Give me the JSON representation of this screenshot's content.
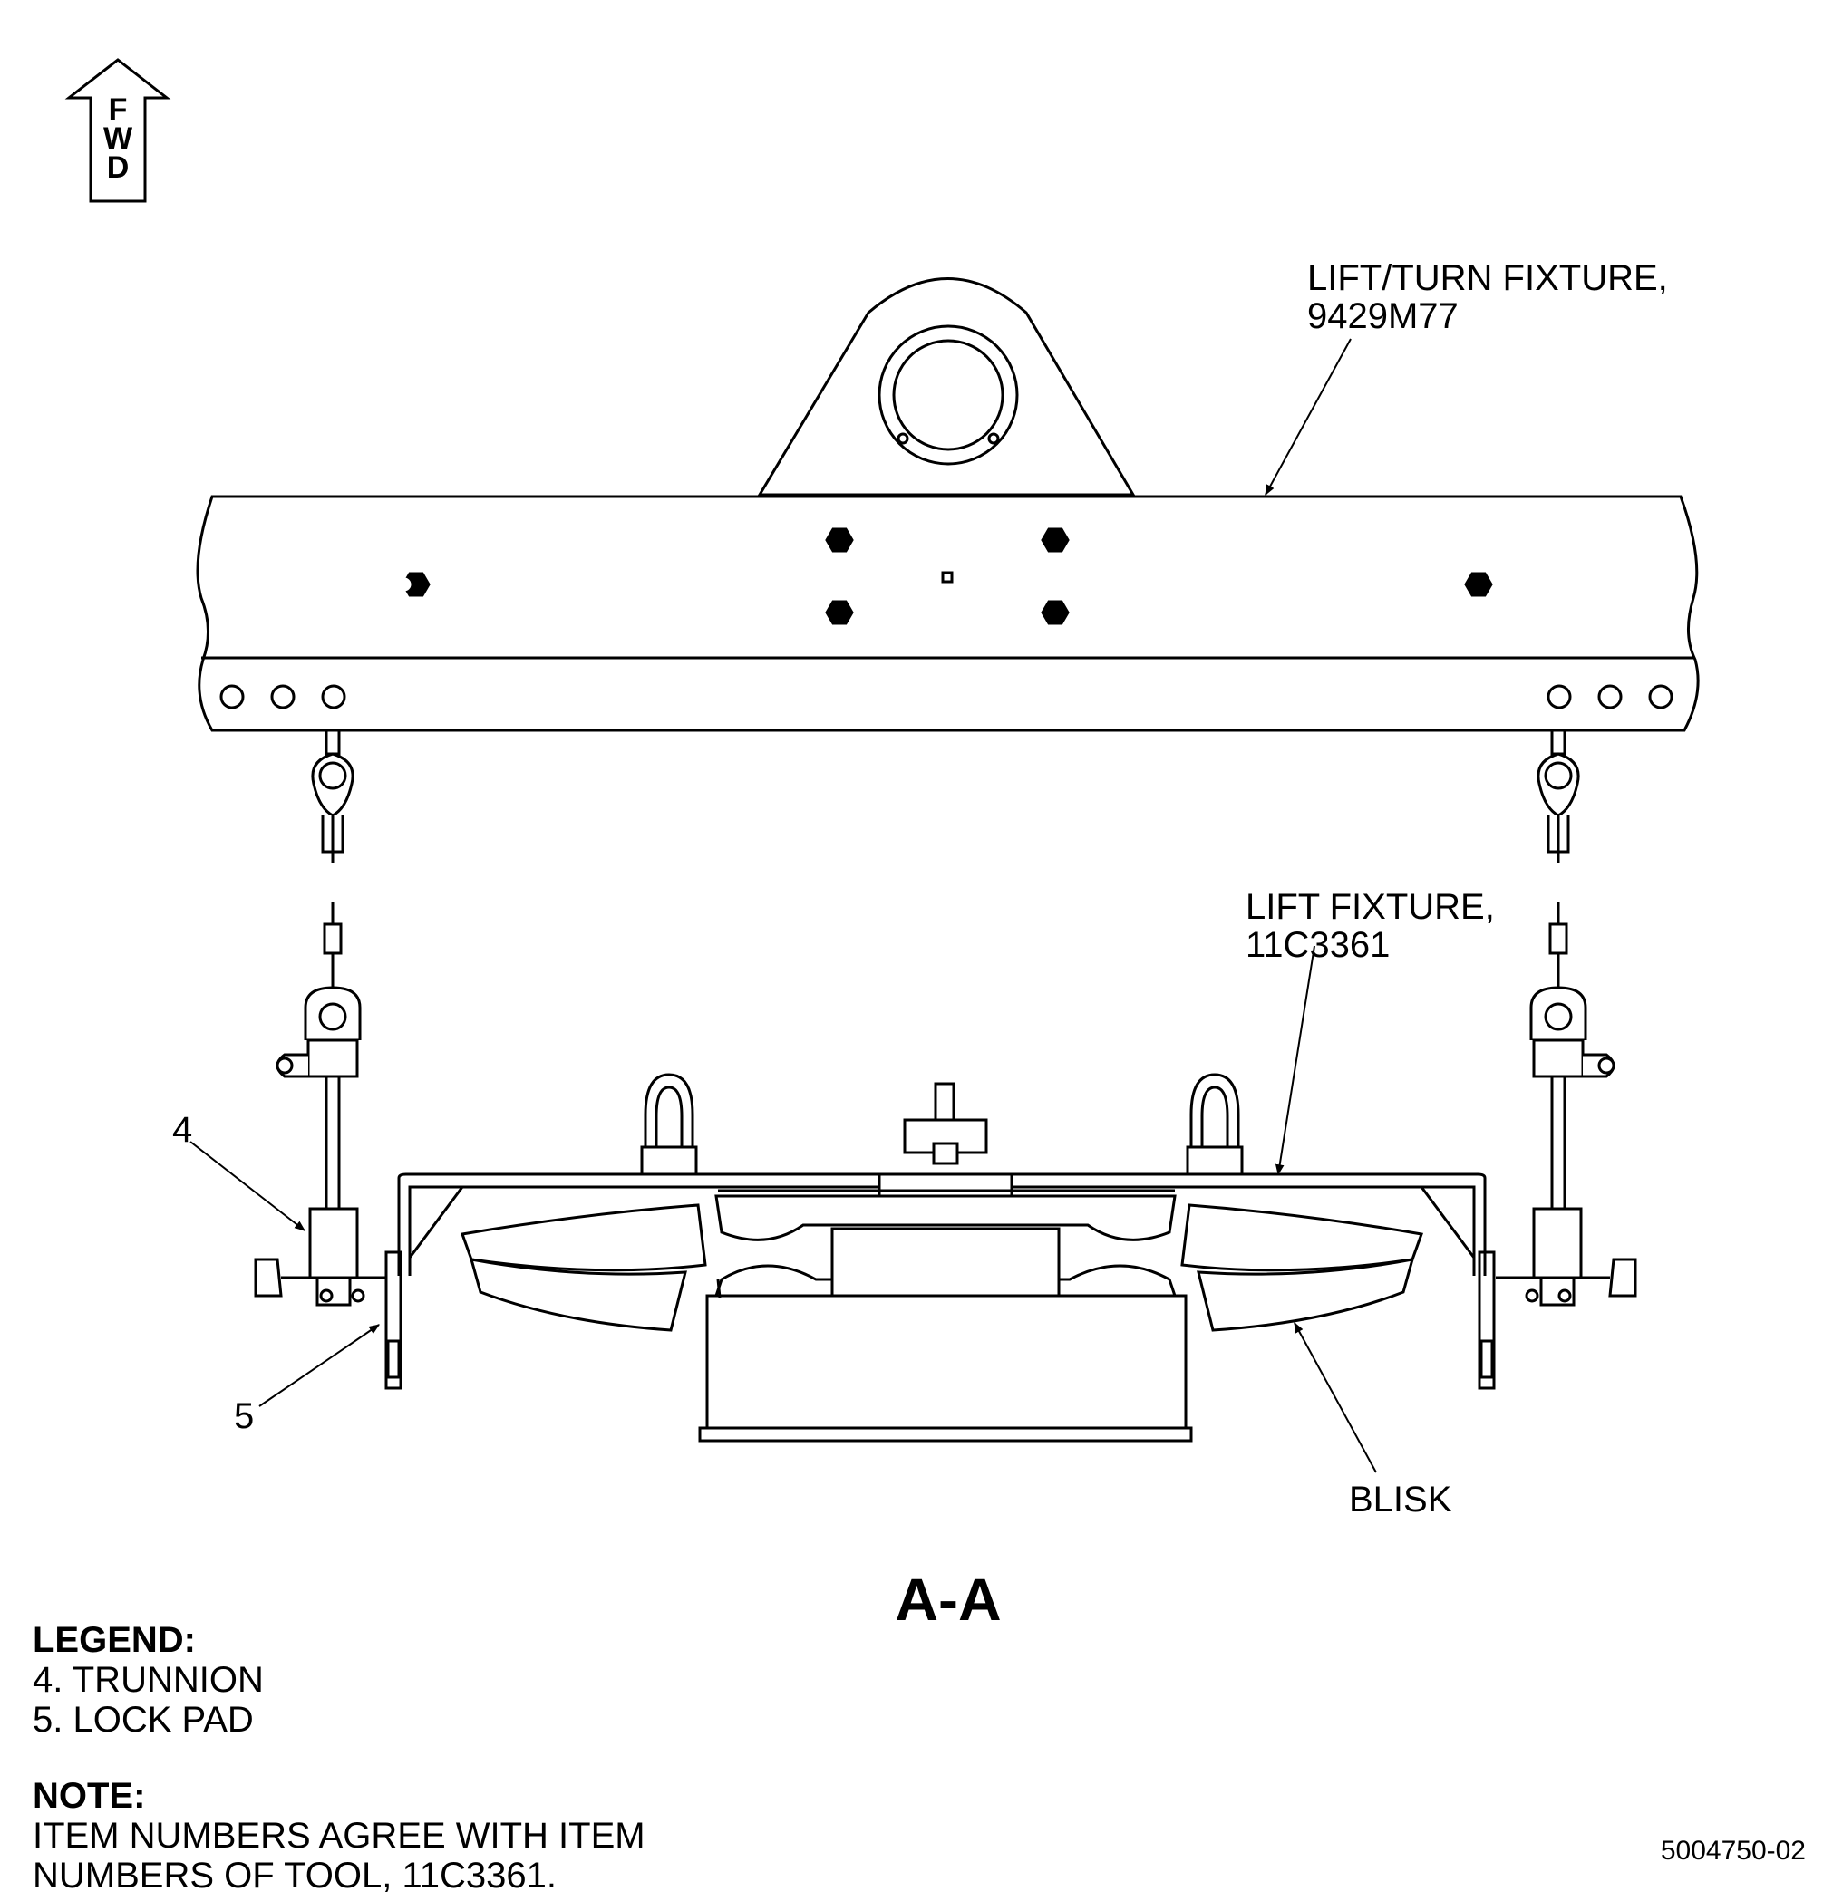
{
  "fwd_letters": [
    "F",
    "W",
    "D"
  ],
  "callouts": {
    "lift_turn_fixture": [
      "LIFT/TURN FIXTURE,",
      "9429M77"
    ],
    "lift_fixture": [
      "LIFT FIXTURE,",
      "11C3361"
    ],
    "blisk": "BLISK",
    "item_4": "4",
    "item_5": "5"
  },
  "section_label": "A-A",
  "legend": {
    "title": "LEGEND:",
    "items": [
      "4. TRUNNION",
      "5. LOCK PAD"
    ]
  },
  "note": {
    "title": "NOTE:",
    "lines": [
      "ITEM NUMBERS AGREE WITH ITEM",
      "NUMBERS OF TOOL, 11C3361."
    ]
  },
  "drawing_number": "5004750-02"
}
